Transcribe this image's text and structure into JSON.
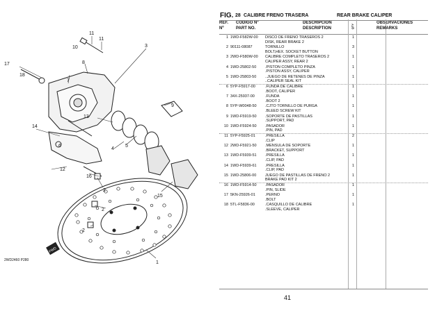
{
  "header": {
    "fig_label": "FIG.",
    "fig_number": "28",
    "title_es": "CALIBRE FRENO TRASERA",
    "title_en": "REAR BRAKE CALIPER"
  },
  "columns": {
    "ref_1": "REF.",
    "ref_2": "Nº",
    "code_1": "CODIGO Nº",
    "code_2": "PART NO.",
    "desc_1": "DESCRIPCION",
    "desc_2": "DESCRIPTION",
    "qty": "QTY",
    "obs_1": "OBSERVACIONES",
    "obs_2": "REMARKS"
  },
  "rows": [
    {
      "ref": "1",
      "part": "1WD-F582W-00",
      "d1": "DISCO DE FRENO TRASEROS 2",
      "d2": "DISK, REAR BRAKE 2",
      "qty": "1"
    },
    {
      "ref": "2",
      "part": "90111-08087",
      "d1": "TORNILLO",
      "d2": "BOLT,HEX. SOCKET BUTTON",
      "qty": "3"
    },
    {
      "ref": "3",
      "part": "2WD-F580W-00",
      "d1": "CALIBRE COMPLETO TRASEROS 2",
      "d2": "CALIPER ASSY, REAR 2",
      "qty": "1"
    },
    {
      "ref": "4",
      "part": "1WD-25802-50",
      "d1": ".PISTON COMPLETO PINZA",
      "d2": ".PISTON ASSY, CALIPER",
      "qty": "1"
    },
    {
      "ref": "5",
      "part": "1WD-25803-50",
      "d1": "..JUEGO DE RETENES DE PINZA",
      "d2": "..CALIPER SEAL KIT",
      "qty": "1"
    },
    {
      "ref": "6",
      "part": "5YP-F5917-00",
      "d1": ".FUNDA DE CALIBRE",
      "d2": ".BOOT, CALIPER",
      "qty": "1"
    },
    {
      "ref": "7",
      "part": "34X-25937-00",
      "d1": ".FUNDA",
      "d2": ".BOOT 2",
      "qty": "1"
    },
    {
      "ref": "8",
      "part": "5YP-W0048-50",
      "d1": ".CJTO TORNILLO DE PURGA",
      "d2": ".BLEED SCREW KIT",
      "qty": "1"
    },
    {
      "ref": "9",
      "part": "1WD-F5919-50",
      "d1": ".SOPORTE DE PASTILLAS",
      "d2": ".SUPPORT, PAD",
      "qty": "1"
    },
    {
      "ref": "10",
      "part": "1WD-F5924-50",
      "d1": ".PASADOR",
      "d2": ".PIN, PAD",
      "qty": "1"
    },
    {
      "ref": "11",
      "part": "5YP-F5925-01",
      "d1": ".PRESILLA",
      "d2": ".CLIP",
      "qty": "2"
    },
    {
      "ref": "12",
      "part": "2WD-F5921-50",
      "d1": ".MENSULA DE SOPORTE",
      "d2": ".BRACKET, SUPPORT",
      "qty": "1"
    },
    {
      "ref": "13",
      "part": "1WD-F5939-51",
      "d1": ".PRESILLA",
      "d2": ".CLIP, PAD",
      "qty": "1"
    },
    {
      "ref": "14",
      "part": "1WD-F5939-61",
      "d1": ".PRESILLA",
      "d2": ".CLIP, PAD",
      "qty": "1"
    },
    {
      "ref": "15",
      "part": "1WD-25806-00",
      "d1": "JUEGO DE PASTILLAS DE FRENO 2",
      "d2": "BRAKE PAD KIT 2",
      "qty": "1"
    },
    {
      "ref": "16",
      "part": "1WD-F5914-50",
      "d1": ".PASADOR",
      "d2": ".PIN, SLIDE",
      "qty": "1"
    },
    {
      "ref": "17",
      "part": "5KN-25926-01",
      "d1": ".PERNO",
      "d2": ".BOLT",
      "qty": "1"
    },
    {
      "ref": "18",
      "part": "5TL-F5836-00",
      "d1": ".CASQUILLO DE CALIBRE",
      "d2": ".SLEEVE, CALIPER",
      "qty": "1"
    }
  ],
  "diagram": {
    "callouts": [
      "11",
      "11",
      "10",
      "3",
      "17",
      "8",
      "18",
      "7",
      "9",
      "13",
      "14",
      "6",
      "5",
      "4",
      "12",
      "16",
      "15",
      "2",
      "2",
      "2",
      "1"
    ],
    "caption": "2WD2460 P280",
    "fwd_label": "FWD"
  },
  "page_number": "41"
}
